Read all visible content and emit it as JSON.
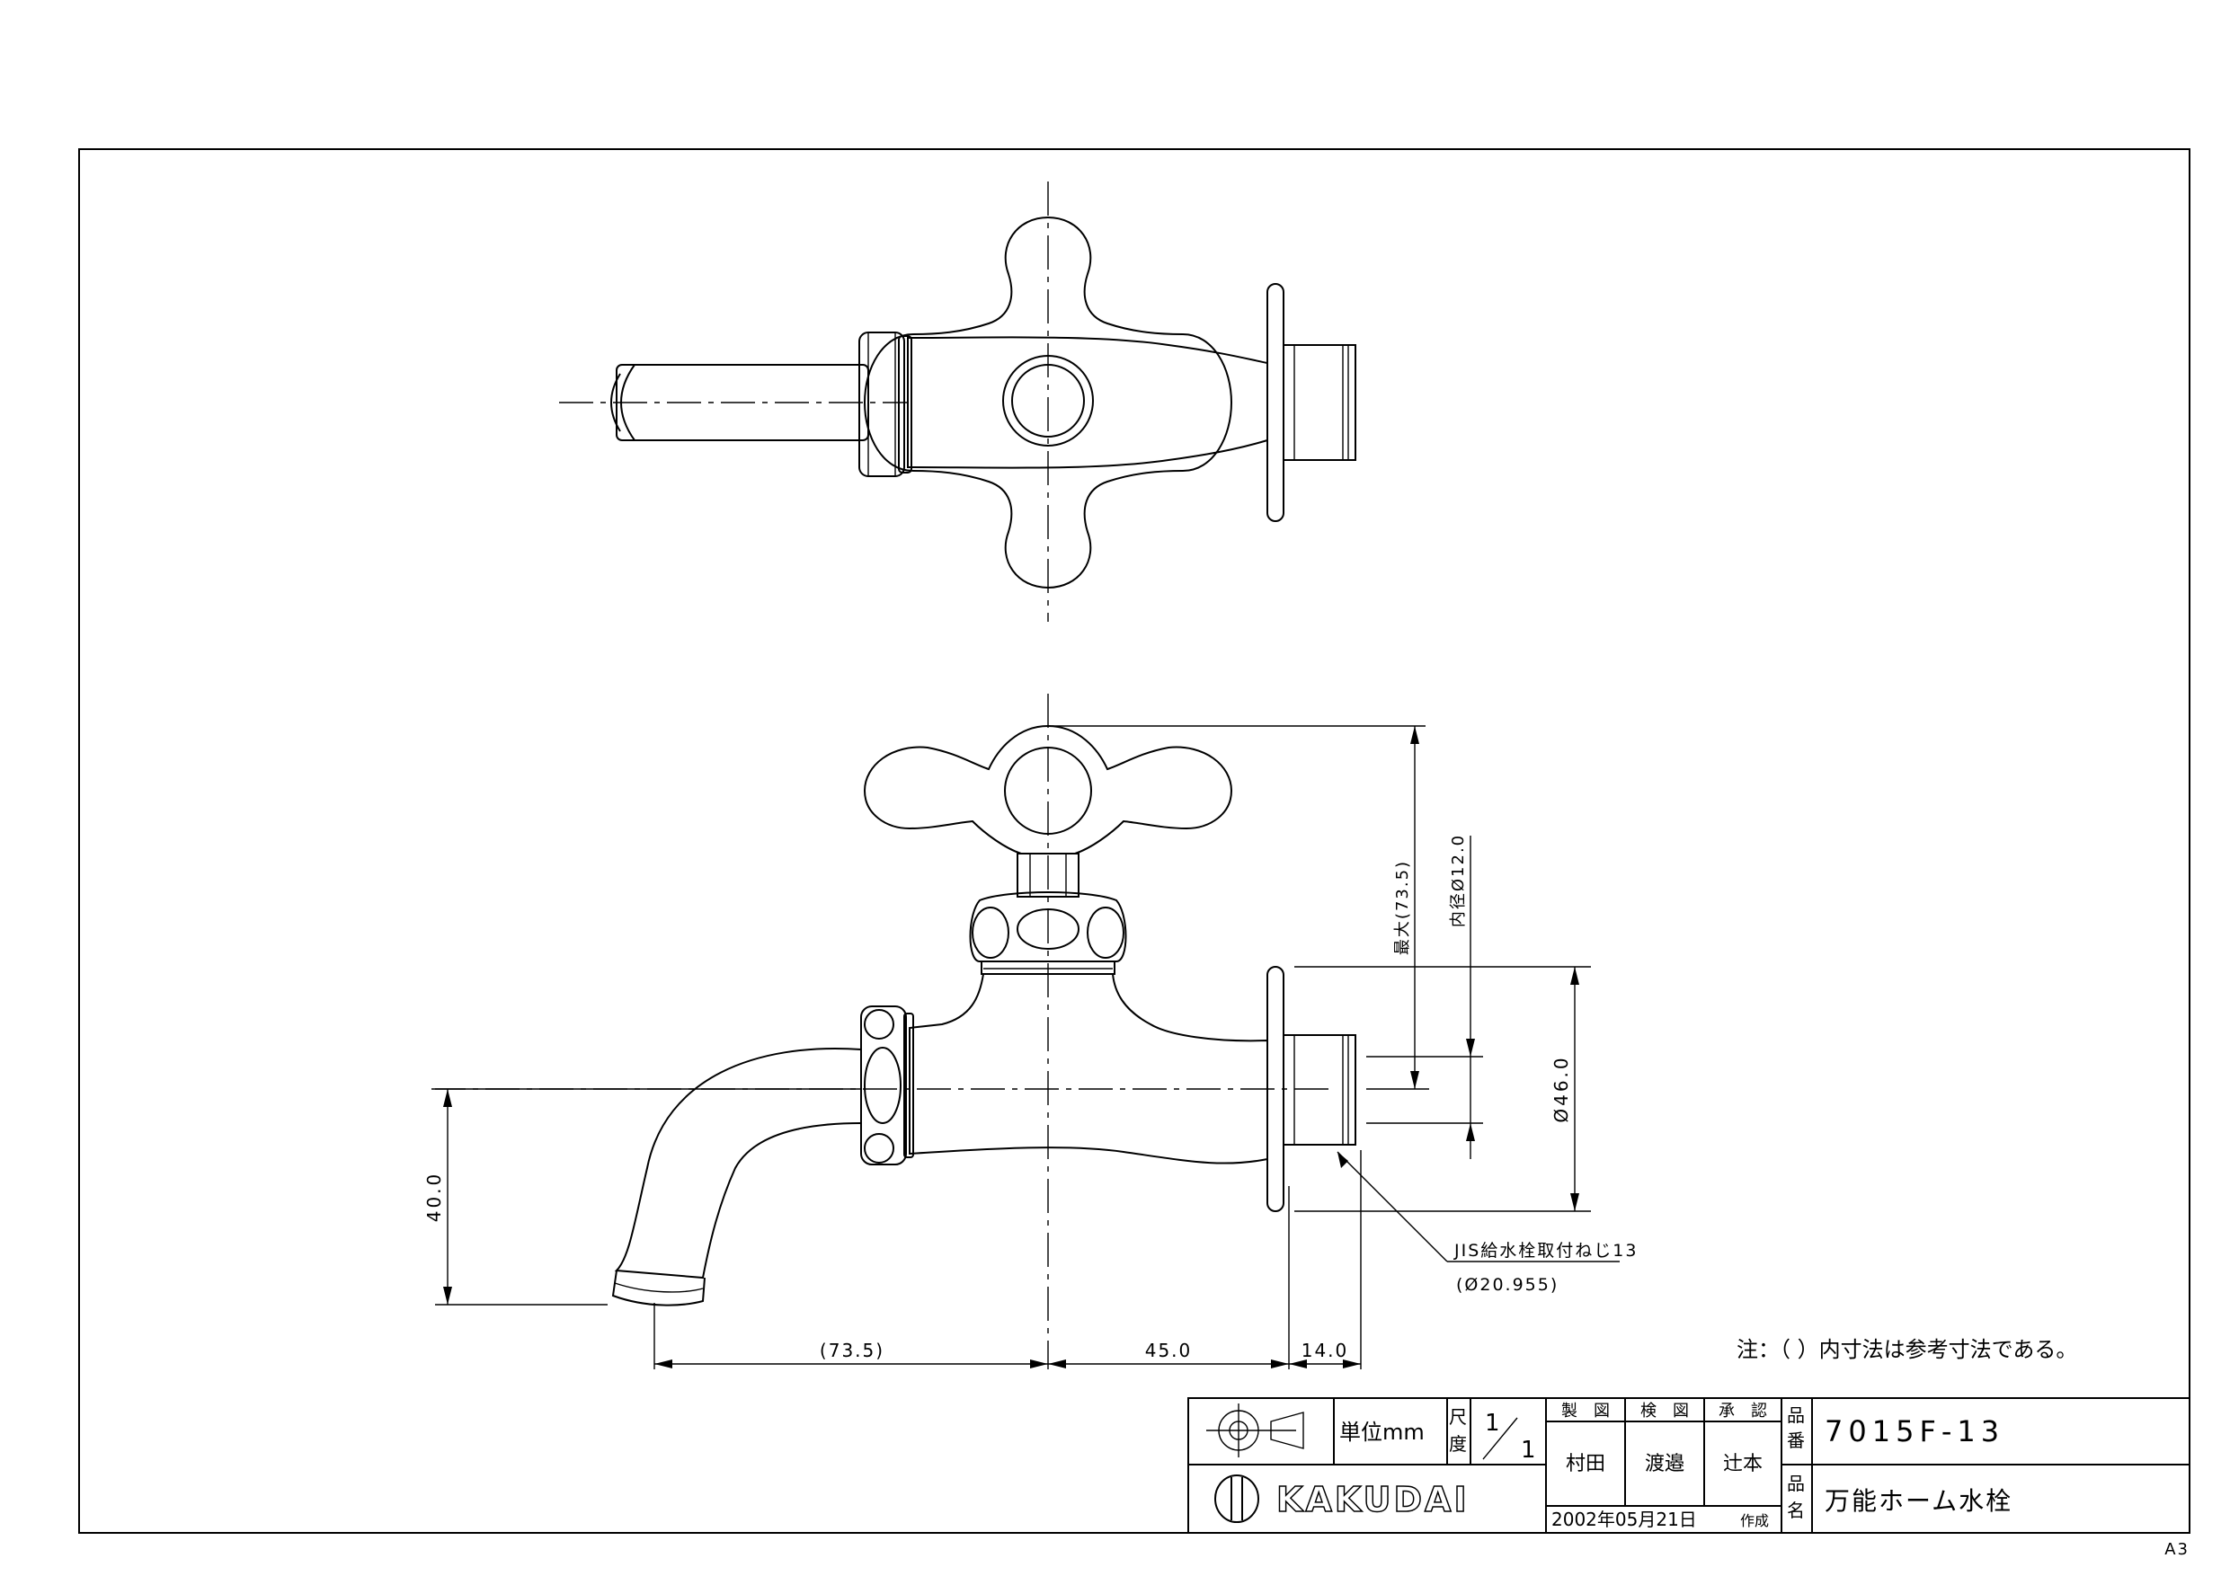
{
  "dimensions": {
    "spout_reach": "(73.5)",
    "body_to_flange": "45.0",
    "thread_length": "14.0",
    "spout_drop": "40.0",
    "max_height": "最大(73.5)",
    "inner_diameter": "内径Ø12.0",
    "flange_diameter": "Ø46.0",
    "thread_spec": "JIS給水栓取付ねじ13",
    "thread_diameter": "(Ø20.955)"
  },
  "note": "注：（ ）内寸法は参考寸法である。",
  "title_block": {
    "unit": "単位mm",
    "scale_label_1": "尺",
    "scale_label_2": "度",
    "scale_num": "1",
    "scale_den": "1",
    "drawn_label": "製　図",
    "checked_label": "検　図",
    "approved_label": "承　認",
    "drawn_by": "村田",
    "checked_by": "渡邉",
    "approved_by": "辻本",
    "date": "2002年05月21日",
    "created_label": "作成",
    "part_no_label_1": "品",
    "part_no_label_2": "番",
    "part_no": "7015F-13",
    "part_name_label_1": "品",
    "part_name_label_2": "名",
    "part_name": "万能ホーム水栓",
    "brand": "KAKUDAI"
  },
  "sheet_size": "A3"
}
